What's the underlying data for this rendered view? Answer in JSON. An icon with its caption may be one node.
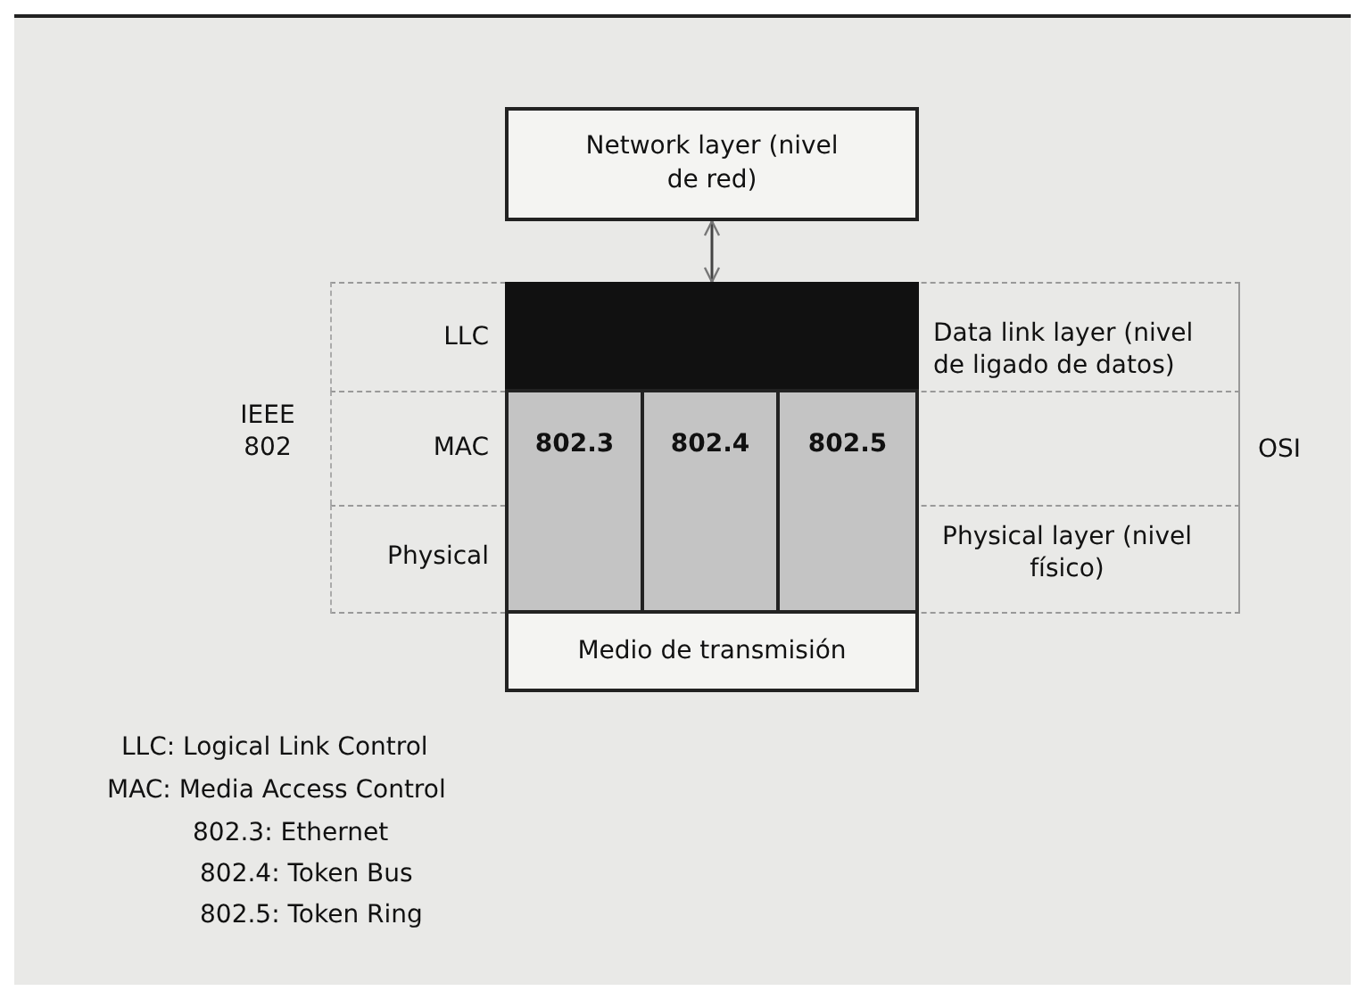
{
  "diagram": {
    "nodes": [
      {
        "text": [
          "Network layer (nivel de red)"
        ]
      },
      {
        "text": [],
        "shape": "box"
      },
      {
        "text": [
          "802.3"
        ]
      },
      {
        "text": [
          "802.4"
        ]
      },
      {
        "text": [
          "802.5"
        ]
      },
      {
        "text": [
          "Medio de transmisión"
        ]
      }
    ],
    "edges": [
      {
        "from": 1,
        "to": 0,
        "arrow": "both"
      }
    ],
    "labels": [
      "LLC",
      "IEEE 802",
      "MAC",
      "Physical",
      "Data link layer (nivel de ligado de datos)",
      "OSI",
      "Physical layer (nivel físico)",
      "LLC: Logical Link Control",
      "MAC: Media Access Control",
      "802.3: Ethernet",
      "802.4: Token Bus",
      "802.5: Token Ring"
    ]
  }
}
